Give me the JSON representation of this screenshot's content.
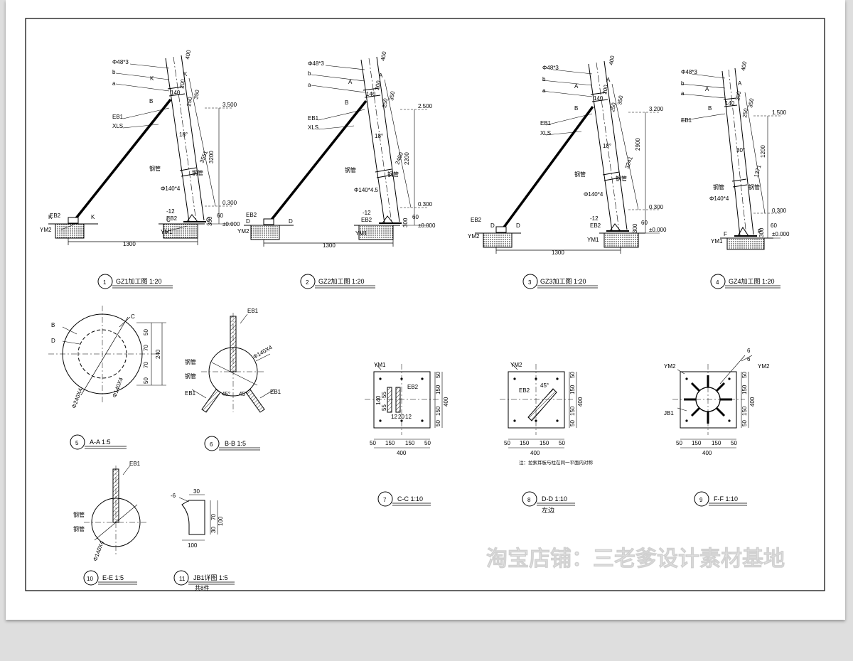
{
  "watermark": "淘宝店铺：三老爹设计素材基地",
  "views": {
    "gz1": {
      "title": "GZ1加工图  1:20",
      "num": "1",
      "top": "3.500",
      "mid": "0.300",
      "zero": "±0.000",
      "span": "1300",
      "h1": "3200",
      "h2": "3551",
      "len": "400",
      "d1": "350",
      "d2": "200",
      "d3": "250",
      "d4": "140",
      "pipe_top": "Φ48*3",
      "pipe": "Φ140*4",
      "angle": "18°",
      "sec_a": "K",
      "sec_c": "C",
      "plate": "-12",
      "base_d": "300",
      "d5": "60"
    },
    "gz2": {
      "title": "GZ2加工图  1:20",
      "num": "2",
      "top": "2.500",
      "mid": "0.300",
      "zero": "±0.000",
      "span": "1300",
      "h1": "2200",
      "h2": "2460",
      "len": "400",
      "d1": "350",
      "d2": "200",
      "d3": "250",
      "d4": "140",
      "pipe_top": "Φ48*3",
      "pipe": "Φ140*4.5",
      "angle": "18°",
      "sec_a": "A",
      "sec_c": "D",
      "plate": "-12",
      "base_d": "300",
      "d5": "60"
    },
    "gz3": {
      "title": "GZ3加工图  1:20",
      "num": "3",
      "top": "3.200",
      "mid": "0.300",
      "zero": "±0.000",
      "span": "1300",
      "h1": "2900",
      "h2": "3241",
      "len": "400",
      "d1": "350",
      "d2": "200",
      "d3": "250",
      "d4": "140",
      "pipe_top": "Φ48*3",
      "pipe": "Φ140*4",
      "angle": "18°",
      "sec_a": "A",
      "sec_c": "D",
      "plate": "-12",
      "base_d": "300",
      "d5": "60"
    },
    "gz4": {
      "title": "GZ4加工图  1:20",
      "num": "4",
      "top": "1.500",
      "mid": "0.300",
      "zero": "±0.000",
      "h1": "1200",
      "h2": "1371",
      "len": "400",
      "d1": "350",
      "d2": "200",
      "d3": "250",
      "d4": "140",
      "pipe_top": "Φ48*3",
      "pipe": "Φ140*4",
      "angle": "30°",
      "sec_a": "A",
      "sec_c": "F",
      "base_d": "300",
      "d5": "60"
    }
  },
  "common_labels": {
    "b": "b",
    "a": "a",
    "eb1": "EB1",
    "eb2": "EB2",
    "xls": "XLS",
    "ym1": "YM1",
    "ym2": "YM2",
    "side_tag": "钢管",
    "b_tag": "B"
  },
  "sections": {
    "aa": {
      "num": "5",
      "title": "A-A   1:5",
      "B": "B",
      "C": "C",
      "D": "D",
      "d50a": "50",
      "d70a": "70",
      "d70b": "70",
      "d50b": "50",
      "total": "240",
      "pipe_outer": "Φ240X4",
      "pipe_inner": "Φ140X4"
    },
    "bb": {
      "num": "6",
      "title": "B-B   1:5",
      "eb1": "EB1",
      "pipe": "Φ140X4",
      "a1": "45°",
      "a2": "45°",
      "tag1": "钢管",
      "tag2": "钢管"
    },
    "cc": {
      "num": "7",
      "title": "C-C  1:10",
      "ym1": "YM1",
      "eb2": "EB2",
      "d50": "50",
      "d150": "150",
      "total": "400",
      "v140": "140",
      "v55a": "55",
      "v55b": "55",
      "v12": "12",
      "v20": "20",
      "v12b": "12"
    },
    "dd": {
      "num": "8",
      "title": "D-D  1:10",
      "sub": "左边",
      "ym2": "YM2",
      "eb2": "EB2",
      "d50": "50",
      "d150": "150",
      "total": "400",
      "a45": "45°",
      "note": "注：拉索耳板与柱在同一平面内对称"
    },
    "ff": {
      "num": "9",
      "title": "F-F  1:10",
      "ym2a": "YM2",
      "ym2b": "YM2",
      "jb1": "JB1",
      "d6a": "6",
      "d6b": "6",
      "d50": "50",
      "d150": "150",
      "total": "400"
    },
    "ee": {
      "num": "10",
      "title": "E-E   1:5",
      "eb1": "EB1",
      "pipe": "Φ140X4",
      "tag1": "钢管",
      "tag2": "钢管"
    },
    "jb1": {
      "num": "11",
      "title": "JB1详图   1:5",
      "sub": "共8件",
      "t": "-6",
      "w30": "30",
      "h70": "70",
      "h30": "30",
      "h100": "100",
      "w100": "100"
    }
  }
}
